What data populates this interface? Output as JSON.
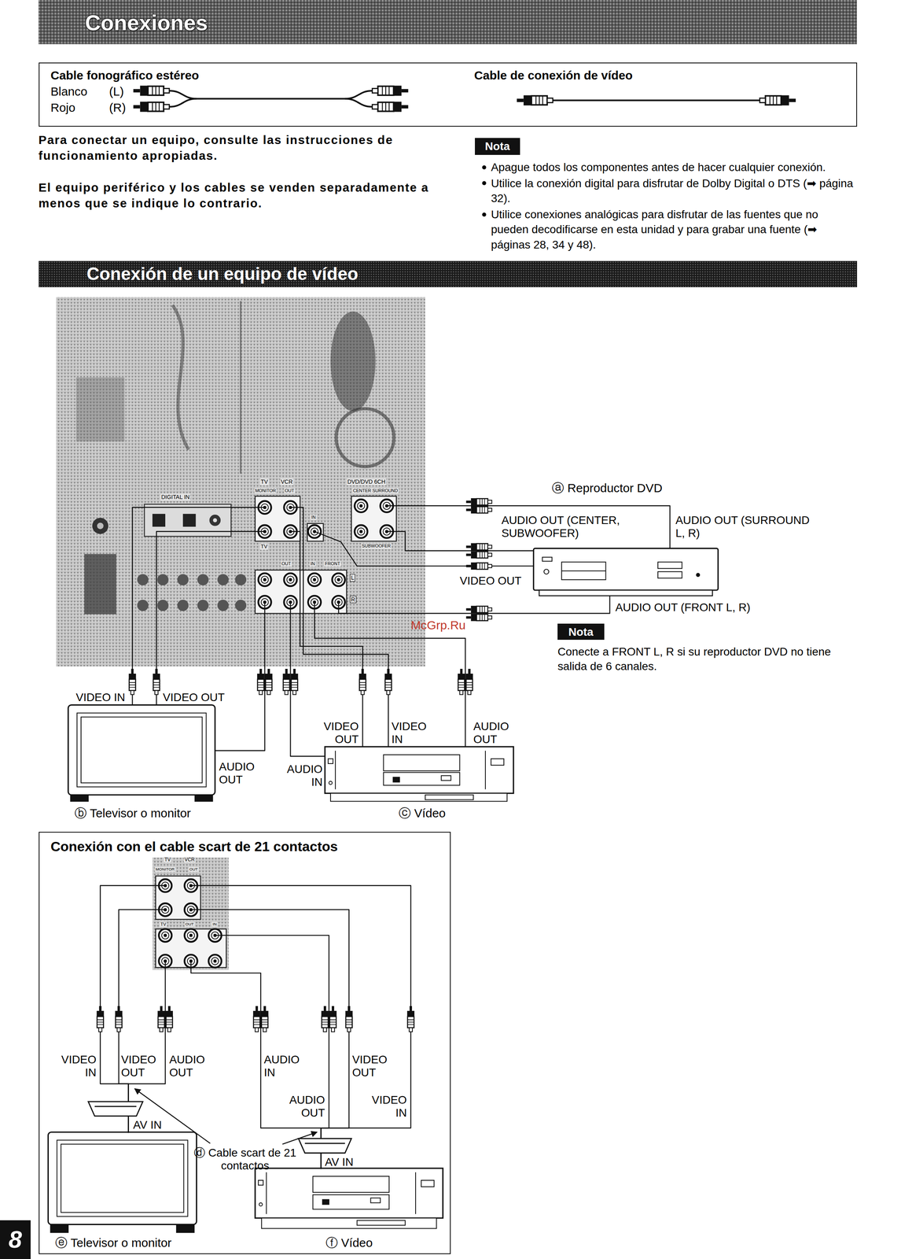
{
  "diagram": {
    "title": "Conexiones",
    "nodes": [
      {
        "text": [
          "Cable fonográfico estéreo",
          "Blanco",
          "(L)",
          "Rojo",
          "(R)",
          "Cable de conexión de vídeo"
        ]
      },
      {
        "text": [
          "Nota"
        ]
      },
      {
        "text": [
          "Conexión de un equipo de vídeo"
        ]
      },
      {
        "text": [
          "DIGITAL IN",
          "TV",
          "MONITOR",
          "OUT",
          "VCR",
          "DVD/DVD 6CH",
          "CENTER SURROUND",
          "IN",
          "TV",
          "SUBWOOFER",
          "OUT",
          "IN",
          "FRONT",
          "L",
          "R"
        ]
      },
      {
        "text": [
          "ⓐ Reproductor DVD"
        ]
      },
      {
        "text": [
          "Nota"
        ]
      },
      {
        "text": [
          "ⓑ Televisor o monitor"
        ]
      },
      {
        "text": [
          "ⓒ Vídeo"
        ]
      },
      {
        "text": [
          "Conexión con el cable scart de 21 contactos"
        ]
      },
      {
        "text": [
          "TV",
          "VCR",
          "MONITOR",
          "OUT",
          "TV",
          "OUT",
          "IN"
        ],
        "in": 8
      },
      {
        "text": [
          "ⓔ Televisor o monitor"
        ],
        "in": 8
      },
      {
        "text": [
          "ⓕ Vídeo"
        ],
        "in": 8
      },
      {
        "text": [
          "8"
        ]
      }
    ],
    "edges": [
      {
        "from": 3,
        "to": 4,
        "arrow": "none"
      },
      {
        "from": 3,
        "to": 4,
        "arrow": "none"
      },
      {
        "from": 3,
        "to": 4,
        "arrow": "none"
      },
      {
        "from": 3,
        "to": 4,
        "arrow": "none"
      },
      {
        "from": 3,
        "to": 6,
        "arrow": "none"
      },
      {
        "from": 3,
        "to": 6,
        "arrow": "none"
      },
      {
        "from": 3,
        "to": 6,
        "arrow": "none"
      },
      {
        "from": 3,
        "to": 7,
        "arrow": "none"
      },
      {
        "from": 3,
        "to": 7,
        "arrow": "none"
      },
      {
        "from": 3,
        "to": 7,
        "arrow": "none"
      },
      {
        "from": 3,
        "to": 7,
        "arrow": "none"
      },
      {
        "from": 9,
        "to": 10,
        "arrow": "none"
      },
      {
        "from": 9,
        "to": 10,
        "arrow": "none"
      },
      {
        "from": 9,
        "to": 10,
        "arrow": "none"
      },
      {
        "from": 9,
        "to": 11,
        "arrow": "none"
      },
      {
        "from": 9,
        "to": 11,
        "arrow": "none"
      },
      {
        "from": 9,
        "to": 11,
        "arrow": "none"
      },
      {
        "from": 9,
        "to": 11,
        "arrow": "none"
      }
    ],
    "labels": [
      "Para conectar un equipo, consulte las instrucciones de funcionamiento apropiadas.",
      "El equipo periférico y los cables se venden separadamente a menos que se indique lo contrario.",
      "Apague todos los componentes antes de hacer cualquier conexión.",
      "Utilice la conexión digital para disfrutar de Dolby Digital o DTS (➡ página 32).",
      "Utilice conexiones analógicas para disfrutar de las fuentes que no pueden decodificarse en esta unidad y para grabar una fuente (➡ páginas 28, 34 y 48).",
      "AUDIO OUT (CENTER, SUBWOOFER)",
      "AUDIO OUT (SURROUND L, R)",
      "VIDEO OUT",
      "AUDIO OUT (FRONT L, R)",
      "McGrp.Ru",
      "Conecte a FRONT L, R si su reproductor DVD no tiene salida de 6 canales.",
      "VIDEO IN",
      "VIDEO OUT",
      "AUDIO OUT",
      "AUDIO IN",
      "VIDEO OUT",
      "VIDEO IN",
      "AUDIO OUT",
      "VIDEO IN",
      "VIDEO OUT",
      "AUDIO OUT",
      "AUDIO IN",
      "VIDEO OUT",
      "AUDIO OUT",
      "VIDEO IN",
      "AV IN",
      "ⓓ Cable scart de 21 contactos",
      "AV IN"
    ]
  }
}
